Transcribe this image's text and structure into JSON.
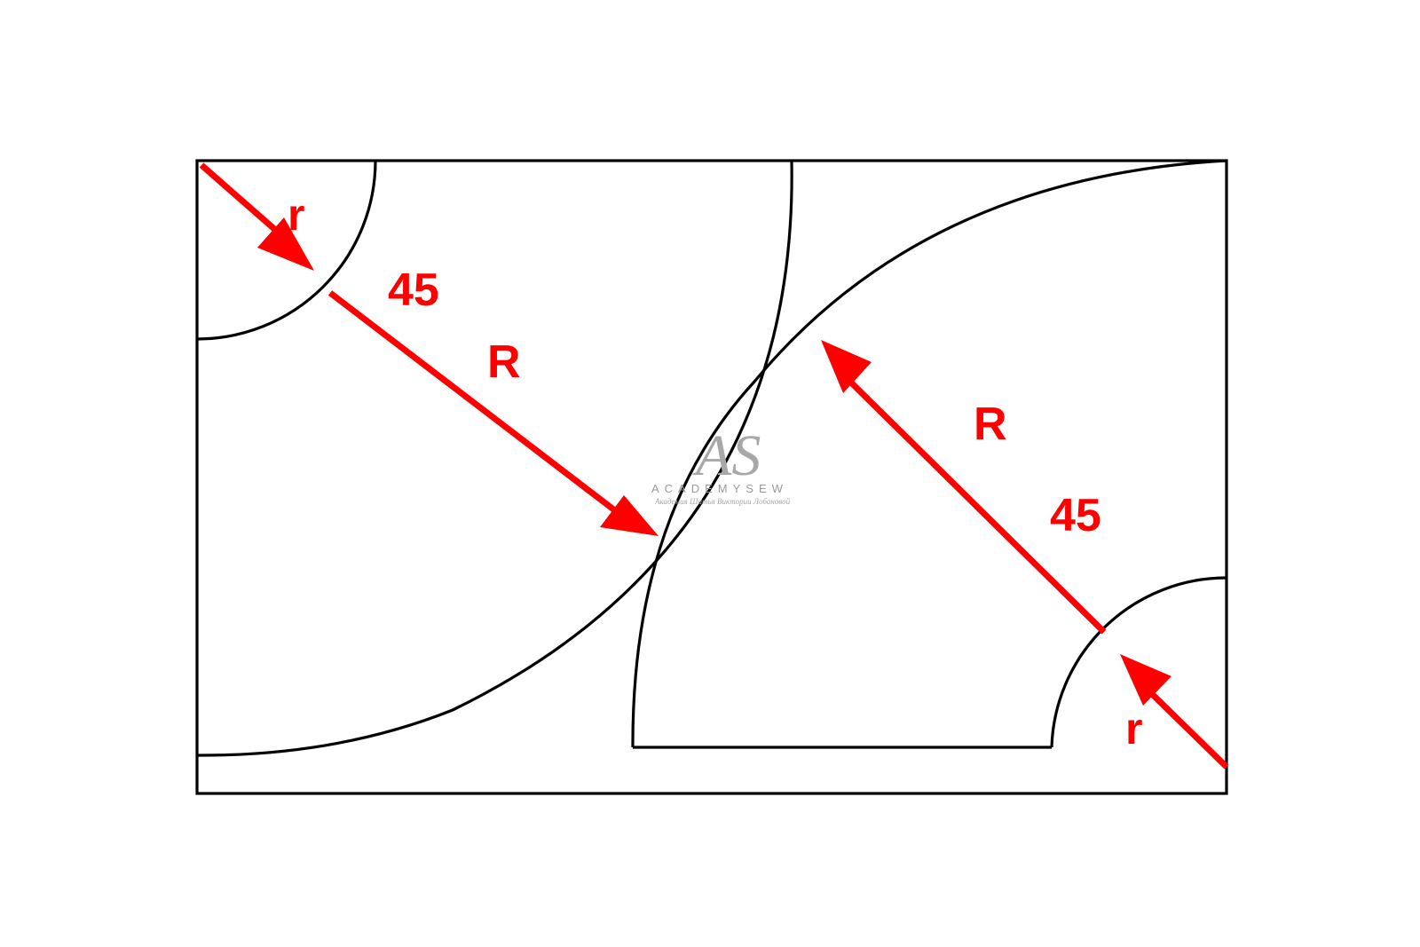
{
  "labels": {
    "top_left_r": "r",
    "top_left_angle": "45",
    "top_left_R": "R",
    "bottom_right_R": "R",
    "bottom_right_angle": "45",
    "bottom_right_r": "r"
  },
  "watermark": {
    "monogram": "AS",
    "brand": "ACADEMYSEW",
    "tagline": "Академия Шитья Виктории Лобановой"
  },
  "colors": {
    "outline": "#000000",
    "dimension": "#ff0000",
    "watermark": "#9a9a9a"
  }
}
